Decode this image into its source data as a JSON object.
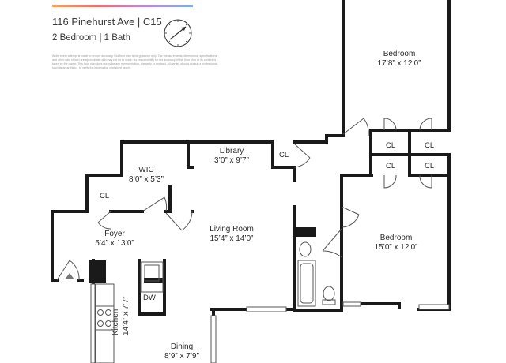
{
  "header": {
    "address": "116 Pinehurst Ave | C15",
    "summary": "2 Bedroom | 1 Bath",
    "disclaimer": "While every attempt is made to ensure accuracy, this floor plan is for guidance only. The measurements, dimensions, specifications and other data shown are approximate and may not be to scale. No responsibility for the accuracy of this floor plan or its content is taken by the owner. This floor plan does not make any representation, warranty or contract. All parties should consult a professional, such as an architect, to verify the information contained herein.",
    "accent_gradient": [
      "#f4a261",
      "#e76f6f",
      "#b98ad8",
      "#7fb0e6"
    ]
  },
  "rooms": {
    "bedroom_top": {
      "name": "Bedroom",
      "dims": "17’8” x 12’0”"
    },
    "library": {
      "name": "Library",
      "dims": "3’0” x 9’7”"
    },
    "wic": {
      "name": "WIC",
      "dims": "8’0” x 5’3”"
    },
    "foyer": {
      "name": "Foyer",
      "dims": "5’4” x 13’0”"
    },
    "living": {
      "name": "Living Room",
      "dims": "15’4” x 14’0”"
    },
    "bedroom_right": {
      "name": "Bedroom",
      "dims": "15’0” x 12’0”"
    },
    "kitchen": {
      "name": "Kitchen",
      "dims": "14’4” x 7’7”"
    },
    "dining": {
      "name": "Dining",
      "dims": "8’9” x 7’9”"
    }
  },
  "closets": {
    "label": "CL"
  },
  "appliances": {
    "dw": "DW"
  },
  "colors": {
    "wall": "#1a1a1a",
    "line": "#4a4a4a",
    "fixture": "#777777"
  },
  "icons": [
    "compass-icon",
    "door-swing-icon",
    "stove-icon",
    "toilet-icon",
    "bathtub-icon",
    "sink-icon",
    "entry-arrow-icon"
  ]
}
